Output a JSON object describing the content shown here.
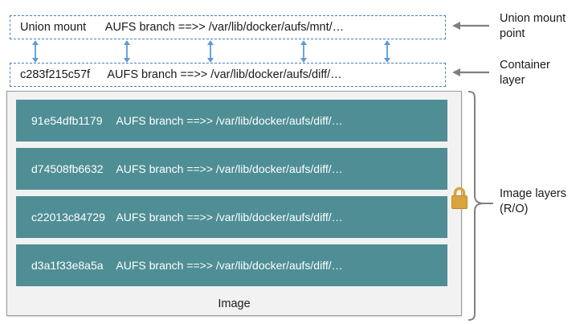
{
  "diagram": {
    "title": "Docker AUFS storage driver layer diagram",
    "background_color": "#ffffff"
  },
  "colors": {
    "layer_fill": "#4f8e95",
    "layer_text": "#ffffff",
    "dashed_border": "#4a7ebb",
    "arrow_blue": "#5b9bd5",
    "callout_arrow": "#808080",
    "brace": "#808080",
    "lock_gold": "#d9a43c",
    "lock_gold_dark": "#c08c28",
    "image_container_fill": "#f2f2f2",
    "image_container_border": "#9a9a9a"
  },
  "union_mount": {
    "label": "Union mount",
    "branch": "AUFS branch ==>> /var/lib/docker/aufs/mnt/…"
  },
  "container_layer": {
    "label": "c283f215c57f",
    "branch": "AUFS branch ==>> /var/lib/docker/aufs/diff/…"
  },
  "image": {
    "caption": "Image",
    "layers": [
      {
        "id": "91e54dfb1179",
        "branch": "AUFS branch ==>> /var/lib/docker/aufs/diff/…"
      },
      {
        "id": "d74508fb6632",
        "branch": "AUFS branch ==>> /var/lib/docker/aufs/diff/…"
      },
      {
        "id": "c22013c84729",
        "branch": "AUFS branch ==>> /var/lib/docker/aufs/diff/…"
      },
      {
        "id": "d3a1f33e8a5a",
        "branch": "AUFS branch ==>> /var/lib/docker/aufs/diff/…"
      }
    ]
  },
  "callouts": {
    "union_mount_point": "Union mount\npoint",
    "container_layer": "Container\nlayer",
    "image_layers": "Image layers\n(R/O)"
  },
  "icons": {
    "lock": "lock-icon",
    "bidirectional_arrow": "double-headed-arrow-icon",
    "callout_arrow": "left-arrow-icon",
    "brace": "curly-brace-icon"
  }
}
